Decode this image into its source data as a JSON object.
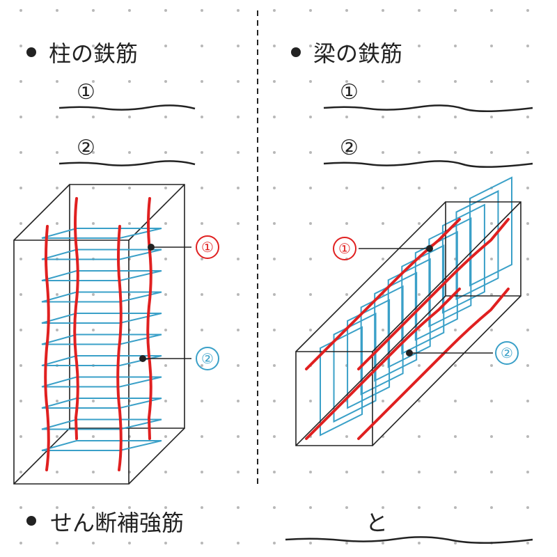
{
  "left_heading": "柱の鉄筋",
  "right_heading": "梁の鉄筋",
  "blank_markers": [
    "①",
    "②"
  ],
  "callout_1": "①",
  "callout_2": "②",
  "bottom_heading": "せん断補強筋",
  "bottom_connector": "と",
  "colors": {
    "ink": "#222222",
    "main_rebar": "#e02020",
    "stirrup": "#3aa0c8",
    "dot": "#b8b8b8"
  }
}
